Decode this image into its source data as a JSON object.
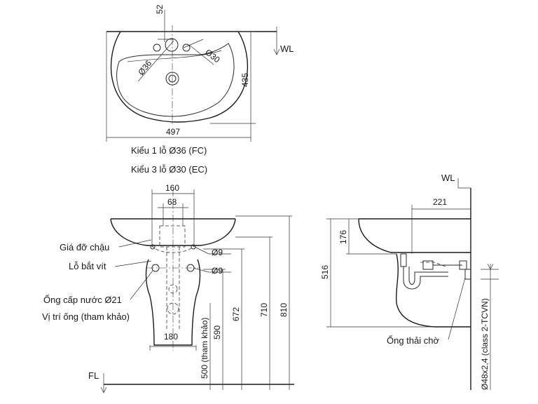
{
  "top_view": {
    "dim_52": "52",
    "dim_30": "Ø30",
    "dim_36": "Ø36",
    "dim_435": "435",
    "dim_497": "497",
    "wl": "WL",
    "caption_1": "Kiểu 1 lỗ Ø36 (FC)",
    "caption_2": "Kiểu 3 lỗ Ø30 (EC)"
  },
  "front_view": {
    "dim_160": "160",
    "dim_68": "68",
    "dim_180": "180",
    "dim_9a": "Ø9",
    "dim_9b": "Ø9",
    "dim_500": "500 (tham khảo)",
    "dim_590": "590",
    "dim_672": "672",
    "dim_710": "710",
    "dim_810": "810",
    "fl": "FL",
    "label_bracket": "Giá đỡ chậu",
    "label_screw": "Lỗ bắt vít",
    "label_supply": "Ống cấp nước Ø21",
    "label_position": "Vị trí ống (tham khảo)"
  },
  "side_view": {
    "wl": "WL",
    "dim_221": "221",
    "dim_176": "176",
    "dim_516": "516",
    "label_drain": "Ống thải chờ",
    "label_pipe": "Ø48x2,4 (class 2-TCVN)"
  }
}
